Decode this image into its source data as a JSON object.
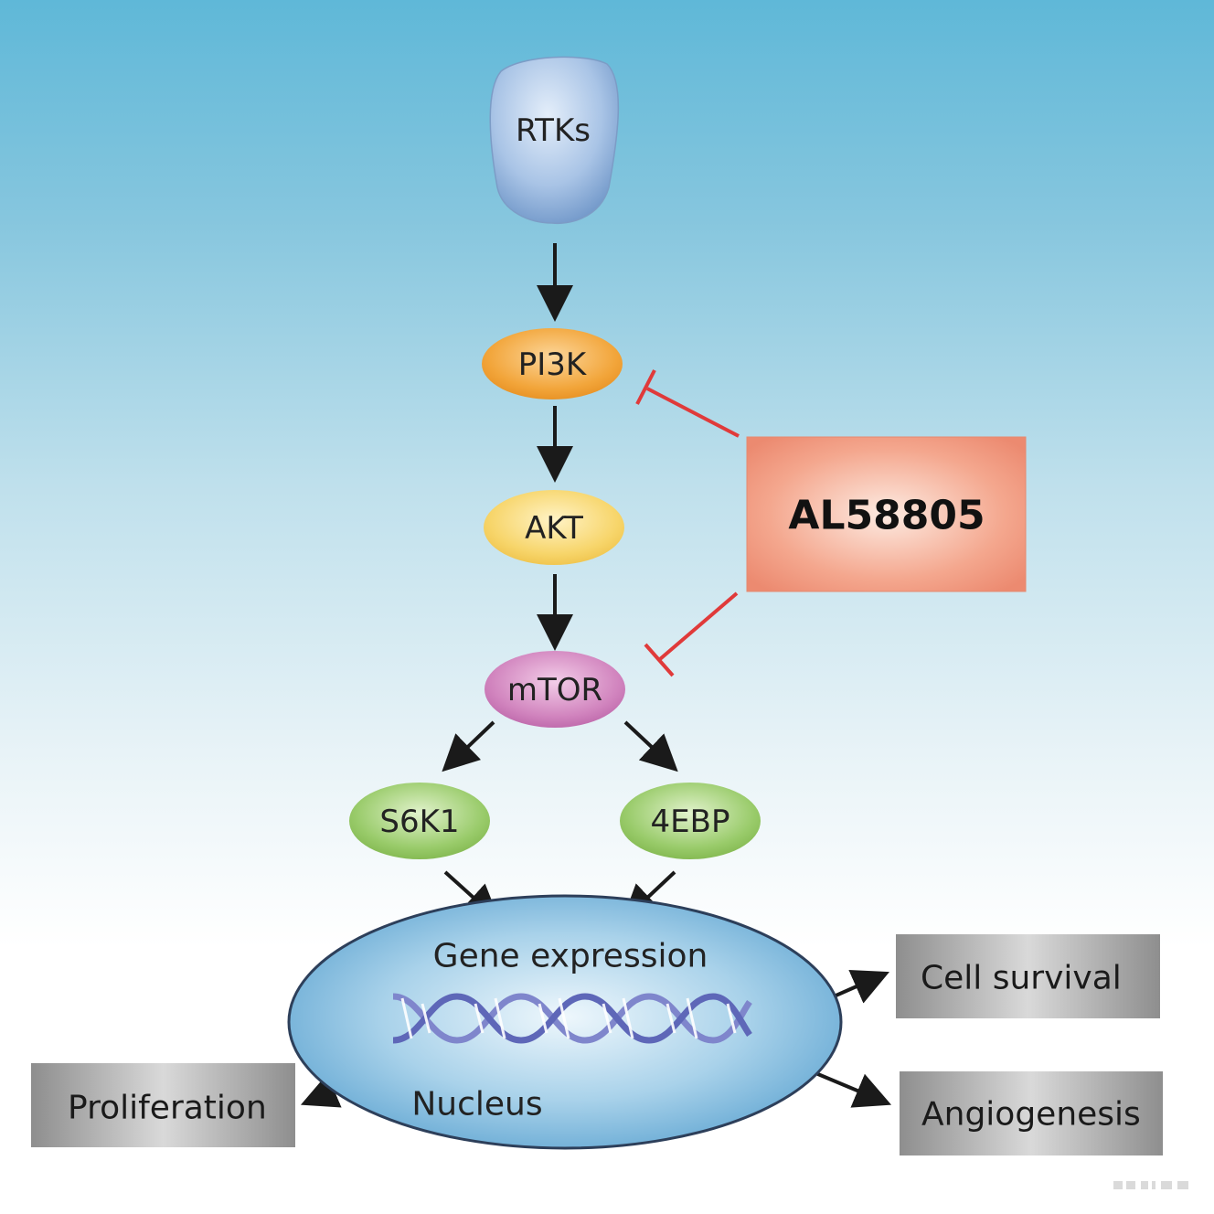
{
  "pathway": {
    "receptor": "RTKs",
    "pi3k": "PI3K",
    "akt": "AKT",
    "mtor": "mTOR",
    "s6k1": "S6K1",
    "ebp": "4EBP"
  },
  "inhibitor": {
    "label": "AL58805"
  },
  "nucleus": {
    "title": "Gene expression",
    "label": "Nucleus"
  },
  "outcomes": {
    "cell_survival": "Cell survival",
    "angiogenesis": "Angiogenesis",
    "proliferation": "Proliferation"
  },
  "colors": {
    "receptor": "#9cbbe0",
    "pi3k": "#f0a030",
    "akt": "#f6d060",
    "mtor": "#cc7ab8",
    "s6k1": "#8cc25a",
    "ebp": "#8cc25a",
    "inhibitor_box": "#f29a80",
    "inhibition_line": "#e03a3a",
    "nucleus": "#6aaed6",
    "outcome_box": "#9d9d9d",
    "arrow": "#1a1a1a"
  }
}
